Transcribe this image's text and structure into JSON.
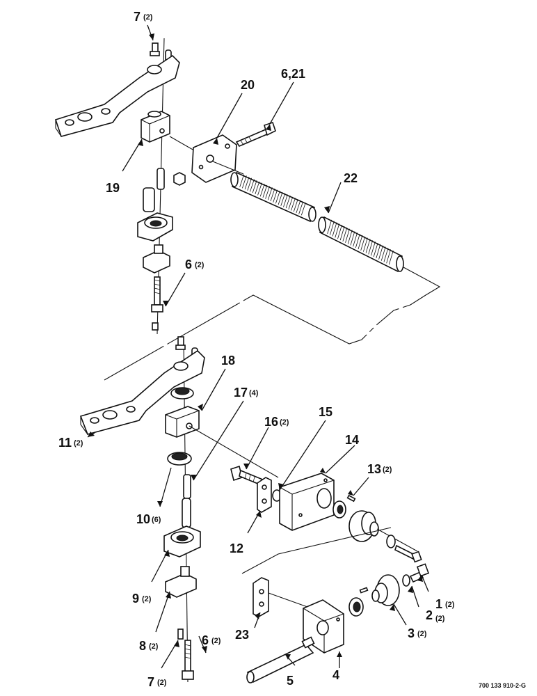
{
  "callouts": {
    "c7_top": "7",
    "c7_top_qty": "(2)",
    "c19": "19",
    "c20": "20",
    "c6_21": "6,21",
    "c22": "22",
    "c6_top": "6",
    "c6_top_qty": "(2)",
    "c18": "18",
    "c17": "17",
    "c17_qty": "(4)",
    "c11": "11",
    "c11_qty": "(2)",
    "c15": "15",
    "c16": "16",
    "c16_qty": "(2)",
    "c14": "14",
    "c13": "13",
    "c13_qty": "(2)",
    "c10": "10",
    "c10_qty": "(6)",
    "c12": "12",
    "c9": "9",
    "c9_qty": "(2)",
    "c1": "1",
    "c1_qty": "(2)",
    "c2": "2",
    "c2_qty": "(2)",
    "c3": "3",
    "c3_qty": "(2)",
    "c23": "23",
    "c8": "8",
    "c8_qty": "(2)",
    "c6_bot": "6",
    "c6_bot_qty": "(2)",
    "c7_bot": "7",
    "c7_bot_qty": "(2)",
    "c5": "5",
    "c4": "4"
  },
  "drawing_number": "700 133 910-2-G"
}
